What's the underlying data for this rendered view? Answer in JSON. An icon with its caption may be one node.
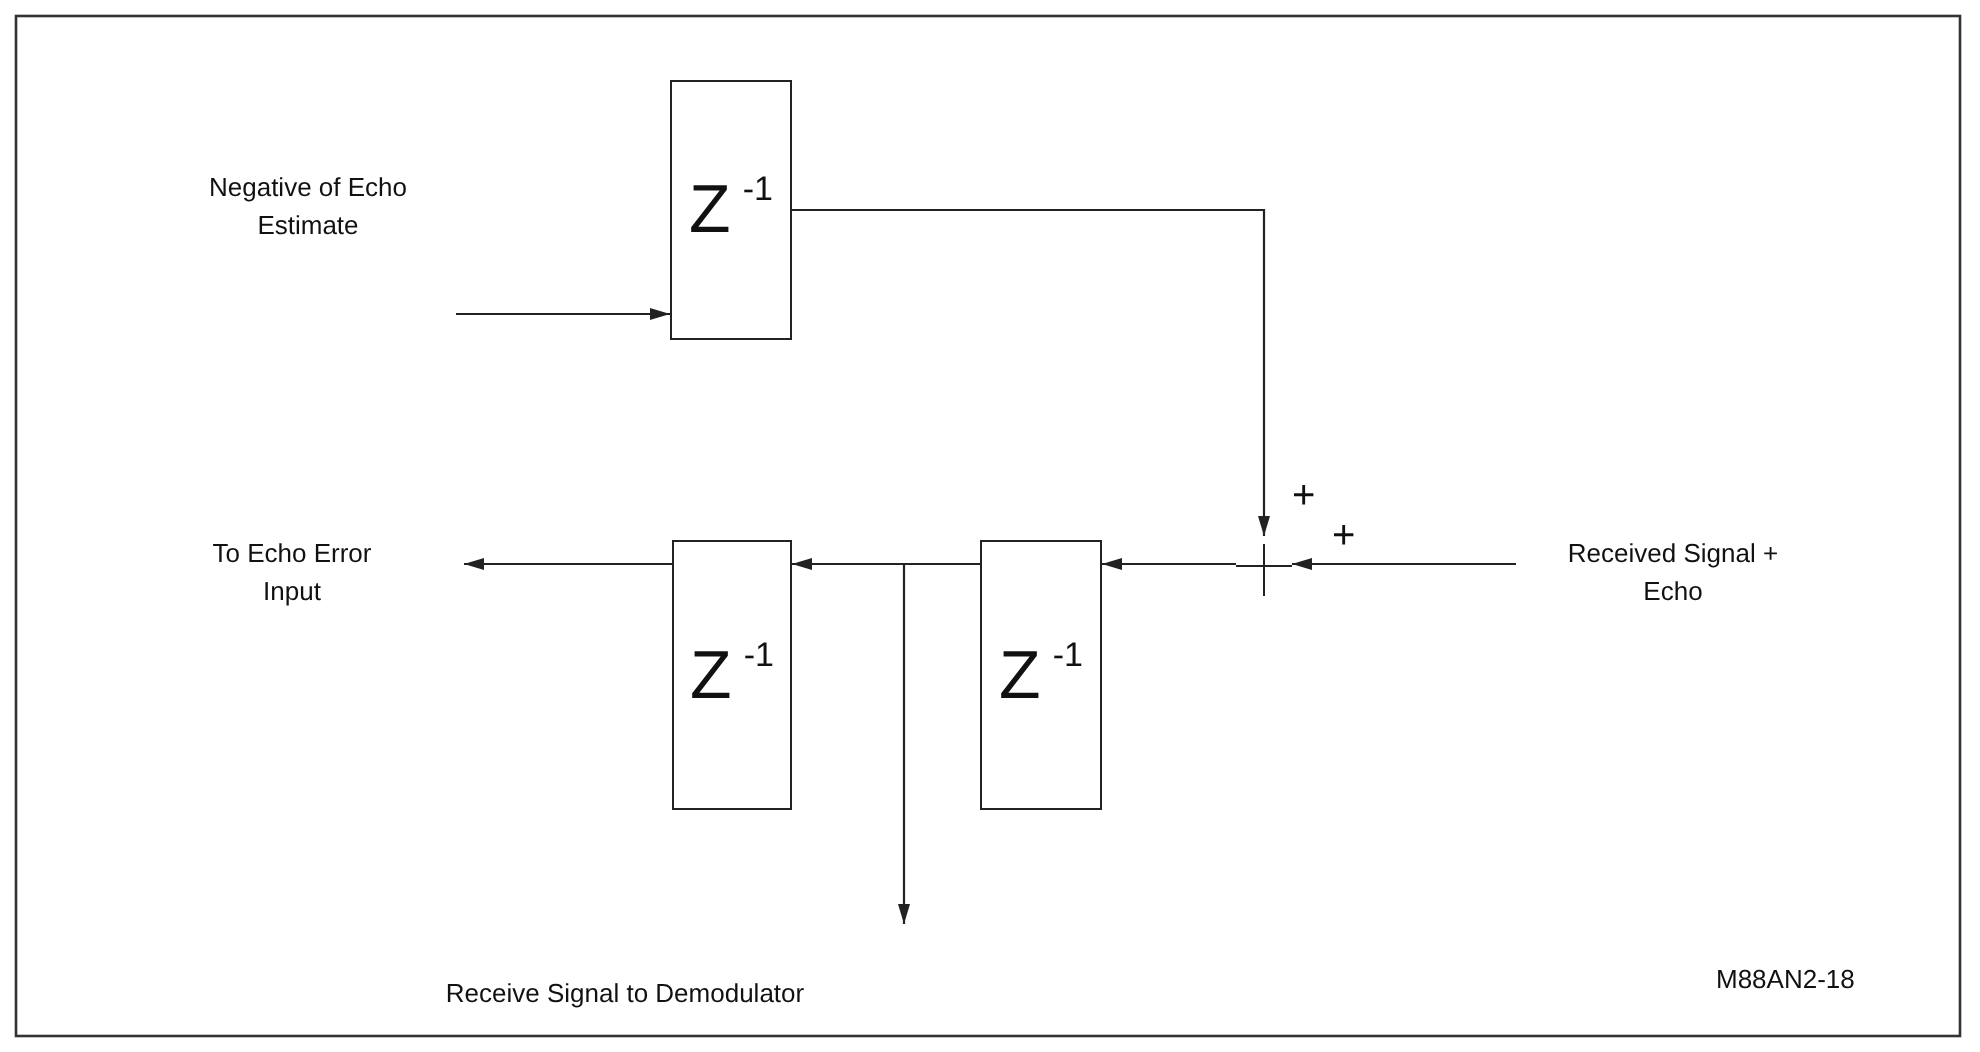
{
  "diagram": {
    "nodes": [
      {
        "text": [
          "Negative of Echo Estimate"
        ]
      },
      {
        "text": [
          "Z$^{-1}$"
        ]
      },
      {
        "text": [
          "Received Signal + Echo"
        ]
      },
      {
        "text": [],
        "shape": "junction",
        "beside": [
          "+",
          "+"
        ]
      },
      {
        "text": [
          "Z$^{-1}$"
        ]
      },
      {
        "text": [
          "Z$^{-1}$"
        ]
      },
      {
        "text": [
          "To Echo Error Input"
        ]
      },
      {
        "text": [
          "Receive Signal to Demodulator"
        ]
      }
    ],
    "edges": [
      {
        "from": 0,
        "to": 1,
        "arrow": "to"
      },
      {
        "from": 1,
        "to": 3,
        "arrow": "to"
      },
      {
        "from": 2,
        "to": 3,
        "arrow": "to"
      },
      {
        "from": 3,
        "to": 4,
        "arrow": "to"
      },
      {
        "from": 4,
        "to": 5,
        "arrow": "to"
      },
      {
        "from": 5,
        "to": 6,
        "arrow": "to"
      },
      {
        "from": 4,
        "to": 7,
        "arrow": "to"
      }
    ],
    "labels": [
      "M88AN2-18"
    ]
  }
}
